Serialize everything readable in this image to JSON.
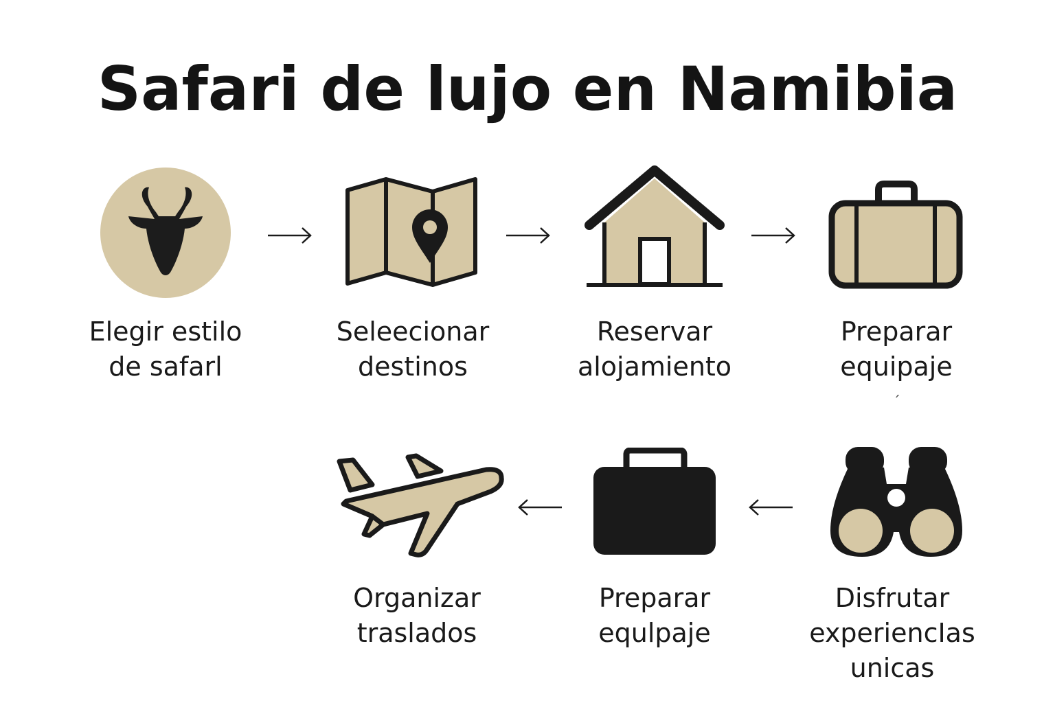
{
  "title": "Safari de lujo en Namibia",
  "colors": {
    "beige": "#d6c8a5",
    "dark": "#1a1a1a",
    "background": "#ffffff"
  },
  "steps": [
    {
      "icon": "antelope-icon",
      "label": "Elegir estilo\nde safarl"
    },
    {
      "icon": "map-pin-icon",
      "label": "Seleecionar\ndestinos"
    },
    {
      "icon": "house-icon",
      "label": "Reservar\nalojamiento"
    },
    {
      "icon": "suitcase-icon",
      "label": "Preparar\nequipaje"
    },
    {
      "icon": "binoculars-icon",
      "label": "Disfrutar\nexperiencIas\nunicas"
    },
    {
      "icon": "briefcase-icon",
      "label": "Preparar\nequlpaje"
    },
    {
      "icon": "airplane-icon",
      "label": "Organizar\ntraslados"
    }
  ],
  "stray_mark": "´"
}
